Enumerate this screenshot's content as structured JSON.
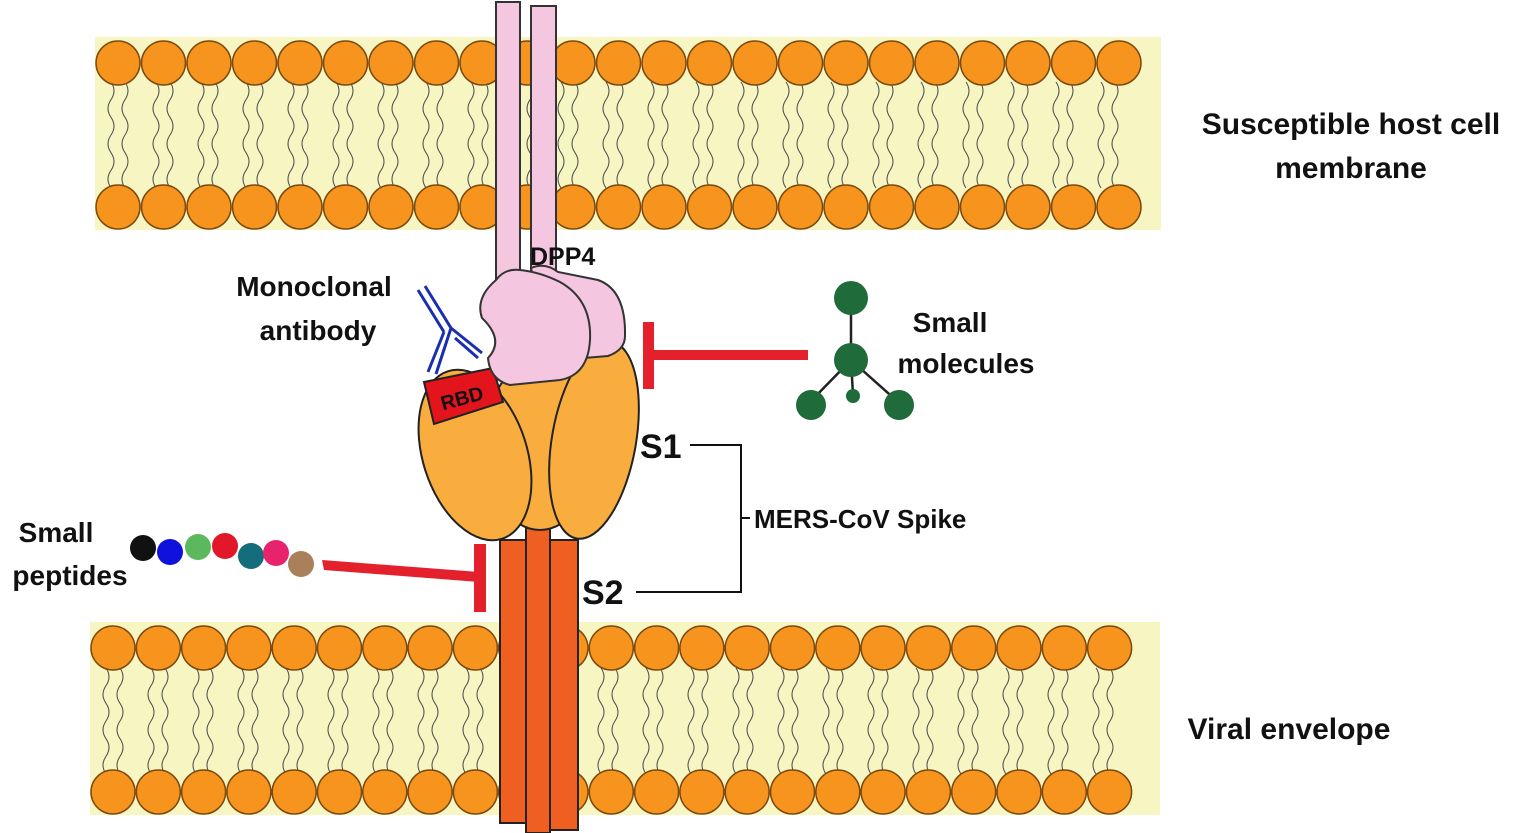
{
  "labels": {
    "host_membrane_line1": "Susceptible host cell",
    "host_membrane_line2": "membrane",
    "viral_envelope": "Viral envelope",
    "dpp4": "DPP4",
    "mab_line1": "Monoclonal",
    "mab_line2": "antibody",
    "rbd": "RBD",
    "small_molecules_line1": "Small",
    "small_molecules_line2": "molecules",
    "s1": "S1",
    "s2": "S2",
    "spike": "MERS-CoV Spike",
    "peptides_line1": "Small",
    "peptides_line2": "peptides"
  },
  "colors": {
    "membrane_band": "#f7f6c3",
    "lipid_head": "#f7941d",
    "dpp4": "#f5c6e0",
    "s1": "#f9ad3f",
    "s2": "#f05f22",
    "rbd": "#e3141b",
    "antibody": "#1a2fb0",
    "inhibitor": "#e3202b",
    "molecule": "#1f6b3a"
  },
  "peptide_colors": [
    "#111111",
    "#1111dd",
    "#5cb85c",
    "#e0182a",
    "#136d7a",
    "#e8236e",
    "#a9805a"
  ]
}
